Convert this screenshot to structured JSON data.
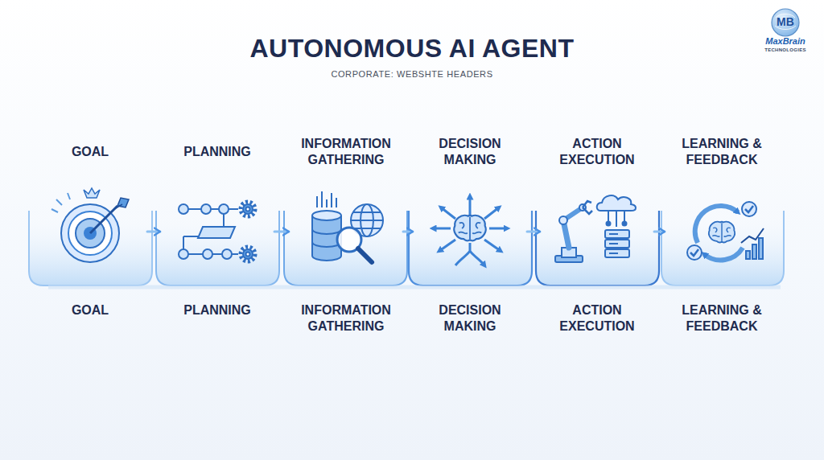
{
  "diagram": {
    "title": "AUTONOMOUS AI AGENT",
    "nodes": [
      {
        "text": [
          "GOAL",
          "GOAL"
        ]
      },
      {
        "text": [
          "PLANNING",
          "PLANNING"
        ]
      },
      {
        "text": [
          "INFORMATION GATHERING",
          "INFORMATION GATHERING"
        ]
      },
      {
        "text": [
          "DECISION MAKING",
          "DECISION MAKING"
        ]
      },
      {
        "text": [
          "ACTION EXECUTION",
          "ACTION EXECUTION"
        ]
      },
      {
        "text": [
          "LEARNING & FEEDBACK",
          "LEARNING & FEEDBACK"
        ]
      }
    ],
    "edges": [
      {
        "from": 0,
        "to": 1,
        "arrow": "to"
      },
      {
        "from": 1,
        "to": 2,
        "arrow": "to"
      },
      {
        "from": 2,
        "to": 3,
        "arrow": "to"
      },
      {
        "from": 3,
        "to": 4,
        "arrow": "to"
      },
      {
        "from": 4,
        "to": 5,
        "arrow": "to"
      }
    ],
    "labels": [
      "CORPORATE: WEBSHTE HEADERS",
      "MB",
      "MaxBrain",
      "TECHNOLOGIES"
    ]
  }
}
